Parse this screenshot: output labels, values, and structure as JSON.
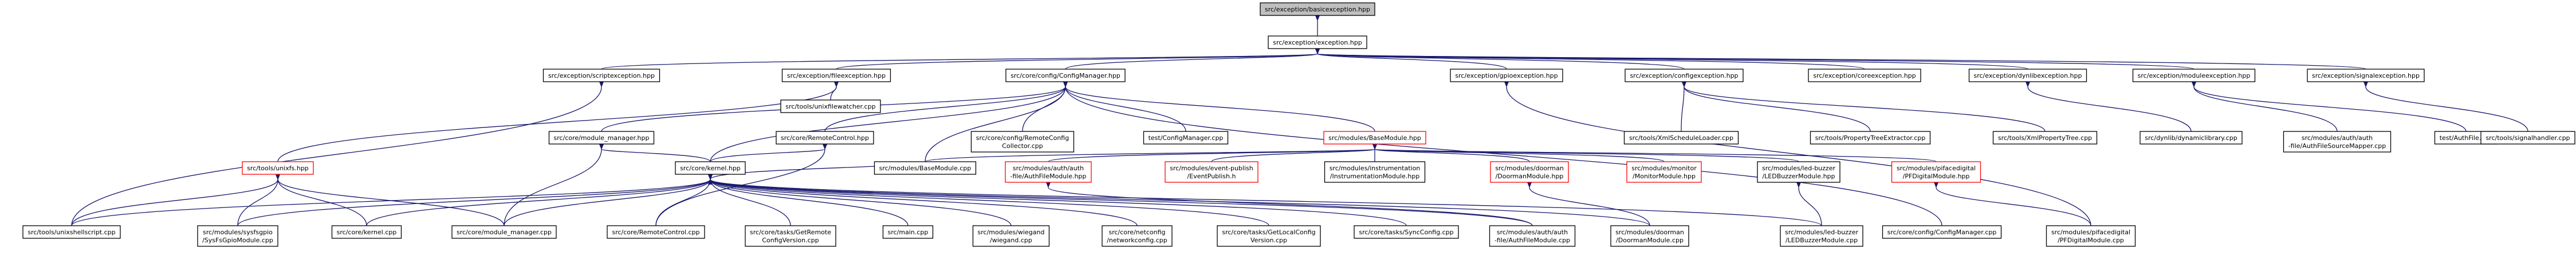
{
  "colors": {
    "edge": "#191970",
    "node_border_normal": "#000000",
    "node_border_incomplete": "#ff0000",
    "node_fill": "#ffffff",
    "root_fill": "#bfbfbf"
  },
  "root": "basicexception",
  "nodes": {
    "basicexception": {
      "lines": [
        "src/exception/basicexception.hpp"
      ],
      "kind": "root"
    },
    "exception": {
      "lines": [
        "src/exception/exception.hpp"
      ],
      "kind": "normal"
    },
    "scriptexception": {
      "lines": [
        "src/exception/scriptexception.hpp"
      ],
      "kind": "normal"
    },
    "fileexception": {
      "lines": [
        "src/exception/fileexception.hpp"
      ],
      "kind": "normal"
    },
    "configmanager_hpp": {
      "lines": [
        "src/core/config/ConfigManager.hpp"
      ],
      "kind": "normal"
    },
    "gpioexception": {
      "lines": [
        "src/exception/gpioexception.hpp"
      ],
      "kind": "normal"
    },
    "configexception": {
      "lines": [
        "src/exception/configexception.hpp"
      ],
      "kind": "normal"
    },
    "coreexception": {
      "lines": [
        "src/exception/coreexception.hpp"
      ],
      "kind": "normal"
    },
    "dynlibexception": {
      "lines": [
        "src/exception/dynlibexception.hpp"
      ],
      "kind": "normal"
    },
    "moduleexception": {
      "lines": [
        "src/exception/moduleexception.hpp"
      ],
      "kind": "normal"
    },
    "signalexception": {
      "lines": [
        "src/exception/signalexception.hpp"
      ],
      "kind": "normal"
    },
    "unixfilewatcher": {
      "lines": [
        "src/tools/unixfilewatcher.cpp"
      ],
      "kind": "normal"
    },
    "module_manager_hpp": {
      "lines": [
        "src/core/module_manager.hpp"
      ],
      "kind": "normal"
    },
    "remotecontrol_hpp": {
      "lines": [
        "src/core/RemoteControl.hpp"
      ],
      "kind": "normal"
    },
    "remoteconfigcollector": {
      "lines": [
        "src/core/config/RemoteConfig",
        "Collector.cpp"
      ],
      "kind": "normal"
    },
    "test_configmanager": {
      "lines": [
        "test/ConfigManager.cpp"
      ],
      "kind": "normal"
    },
    "basemodule_hpp": {
      "lines": [
        "src/modules/BaseModule.hpp"
      ],
      "kind": "incomplete"
    },
    "xmlschedule": {
      "lines": [
        "src/tools/XmlScheduleLoader.cpp"
      ],
      "kind": "normal"
    },
    "propertytree_ex": {
      "lines": [
        "src/tools/PropertyTreeExtractor.cpp"
      ],
      "kind": "normal"
    },
    "xmlpropertytree": {
      "lines": [
        "src/tools/XmlPropertyTree.cpp"
      ],
      "kind": "normal"
    },
    "dynlibdynamiclibrary": {
      "lines": [
        "src/dynlib/dynamiclibrary.cpp"
      ],
      "kind": "normal"
    },
    "authfilesourcemapper": {
      "lines": [
        "src/modules/auth/auth",
        "-file/AuthFileSourceMapper.cpp"
      ],
      "kind": "normal"
    },
    "test_authfile": {
      "lines": [
        "test/AuthFile.cpp"
      ],
      "kind": "normal"
    },
    "signalhandler": {
      "lines": [
        "src/tools/signalhandler.cpp"
      ],
      "kind": "normal"
    },
    "unixfs_hpp": {
      "lines": [
        "src/tools/unixfs.hpp"
      ],
      "kind": "incomplete"
    },
    "kernel_hpp": {
      "lines": [
        "src/core/kernel.hpp"
      ],
      "kind": "normal"
    },
    "basemodule_cpp": {
      "lines": [
        "src/modules/BaseModule.cpp"
      ],
      "kind": "normal"
    },
    "authfilemodule_hpp": {
      "lines": [
        "src/modules/auth/auth",
        "-file/AuthFileModule.hpp"
      ],
      "kind": "incomplete"
    },
    "eventpublish_h": {
      "lines": [
        "src/modules/event-publish",
        "/EventPublish.h"
      ],
      "kind": "incomplete"
    },
    "instrumentation_hpp": {
      "lines": [
        "src/modules/instrumentation",
        "/InstrumentationModule.hpp"
      ],
      "kind": "normal"
    },
    "doorman_hpp": {
      "lines": [
        "src/modules/doorman",
        "/DoormanModule.hpp"
      ],
      "kind": "incomplete"
    },
    "monitor_hpp": {
      "lines": [
        "src/modules/monitor",
        "/MonitorModule.hpp"
      ],
      "kind": "incomplete"
    },
    "ledbuzzer_hpp": {
      "lines": [
        "src/modules/led-buzzer",
        "/LEDBuzzerModule.hpp"
      ],
      "kind": "normal"
    },
    "piface_hpp": {
      "lines": [
        "src/modules/pifacedigital",
        "/PFDigitalModule.hpp"
      ],
      "kind": "incomplete"
    },
    "unixshellscript": {
      "lines": [
        "src/tools/unixshellscript.cpp"
      ],
      "kind": "normal"
    },
    "sysfsgpio": {
      "lines": [
        "src/modules/sysfsgpio",
        "/SysFsGpioModule.cpp"
      ],
      "kind": "normal"
    },
    "kernel_cpp": {
      "lines": [
        "src/core/kernel.cpp"
      ],
      "kind": "normal"
    },
    "module_manager_cpp": {
      "lines": [
        "src/core/module_manager.cpp"
      ],
      "kind": "normal"
    },
    "remotecontrol_cpp": {
      "lines": [
        "src/core/RemoteControl.cpp"
      ],
      "kind": "normal"
    },
    "getremoteconfig": {
      "lines": [
        "src/core/tasks/GetRemote",
        "ConfigVersion.cpp"
      ],
      "kind": "normal"
    },
    "main_cpp": {
      "lines": [
        "src/main.cpp"
      ],
      "kind": "normal"
    },
    "wiegand_cpp": {
      "lines": [
        "src/modules/wiegand",
        "/wiegand.cpp"
      ],
      "kind": "normal"
    },
    "networkconfig": {
      "lines": [
        "src/core/netconfig",
        "/networkconfig.cpp"
      ],
      "kind": "normal"
    },
    "getlocalconfig": {
      "lines": [
        "src/core/tasks/GetLocalConfig",
        "Version.cpp"
      ],
      "kind": "normal"
    },
    "syncconfig": {
      "lines": [
        "src/core/tasks/SyncConfig.cpp"
      ],
      "kind": "normal"
    },
    "authfilemodule_cpp": {
      "lines": [
        "src/modules/auth/auth",
        "-file/AuthFileModule.cpp"
      ],
      "kind": "normal"
    },
    "doorman_cpp": {
      "lines": [
        "src/modules/doorman",
        "/DoormanModule.cpp"
      ],
      "kind": "normal"
    },
    "ledbuzzer_cpp": {
      "lines": [
        "src/modules/led-buzzer",
        "/LEDBuzzerModule.cpp"
      ],
      "kind": "normal"
    },
    "configmanager_cpp": {
      "lines": [
        "src/core/config/ConfigManager.cpp"
      ],
      "kind": "normal"
    },
    "piface_cpp": {
      "lines": [
        "src/modules/pifacedigital",
        "/PFDigitalModule.cpp"
      ],
      "kind": "normal"
    }
  },
  "edges": [
    [
      "basicexception",
      "exception"
    ],
    [
      "exception",
      "scriptexception"
    ],
    [
      "exception",
      "fileexception"
    ],
    [
      "exception",
      "configmanager_hpp"
    ],
    [
      "exception",
      "gpioexception"
    ],
    [
      "exception",
      "configexception"
    ],
    [
      "exception",
      "coreexception"
    ],
    [
      "exception",
      "dynlibexception"
    ],
    [
      "exception",
      "moduleexception"
    ],
    [
      "exception",
      "signalexception"
    ],
    [
      "scriptexception",
      "unixshellscript"
    ],
    [
      "fileexception",
      "unixfilewatcher"
    ],
    [
      "fileexception",
      "unixfs_hpp"
    ],
    [
      "configmanager_hpp",
      "module_manager_hpp"
    ],
    [
      "configmanager_hpp",
      "remotecontrol_hpp"
    ],
    [
      "configmanager_hpp",
      "kernel_hpp"
    ],
    [
      "configmanager_hpp",
      "remoteconfigcollector"
    ],
    [
      "configmanager_hpp",
      "test_configmanager"
    ],
    [
      "configmanager_hpp",
      "basemodule_hpp"
    ],
    [
      "configmanager_hpp",
      "basemodule_cpp"
    ],
    [
      "configmanager_hpp",
      "configmanager_cpp"
    ],
    [
      "gpioexception",
      "piface_cpp"
    ],
    [
      "configexception",
      "xmlschedule"
    ],
    [
      "configexception",
      "propertytree_ex"
    ],
    [
      "configexception",
      "xmlpropertytree"
    ],
    [
      "dynlibexception",
      "dynlibdynamiclibrary"
    ],
    [
      "moduleexception",
      "authfilesourcemapper"
    ],
    [
      "moduleexception",
      "test_authfile"
    ],
    [
      "signalexception",
      "signalhandler"
    ],
    [
      "unixfs_hpp",
      "unixshellscript"
    ],
    [
      "unixfs_hpp",
      "sysfsgpio"
    ],
    [
      "unixfs_hpp",
      "kernel_cpp"
    ],
    [
      "unixfs_hpp",
      "module_manager_cpp"
    ],
    [
      "module_manager_hpp",
      "kernel_hpp"
    ],
    [
      "module_manager_hpp",
      "module_manager_cpp"
    ],
    [
      "remotecontrol_hpp",
      "kernel_hpp"
    ],
    [
      "remotecontrol_hpp",
      "remotecontrol_cpp"
    ],
    [
      "kernel_hpp",
      "unixshellscript"
    ],
    [
      "kernel_hpp",
      "sysfsgpio"
    ],
    [
      "kernel_hpp",
      "kernel_cpp"
    ],
    [
      "kernel_hpp",
      "module_manager_cpp"
    ],
    [
      "kernel_hpp",
      "remotecontrol_cpp"
    ],
    [
      "kernel_hpp",
      "getremoteconfig"
    ],
    [
      "kernel_hpp",
      "main_cpp"
    ],
    [
      "kernel_hpp",
      "wiegand_cpp"
    ],
    [
      "kernel_hpp",
      "networkconfig"
    ],
    [
      "kernel_hpp",
      "getlocalconfig"
    ],
    [
      "kernel_hpp",
      "syncconfig"
    ],
    [
      "kernel_hpp",
      "authfilemodule_cpp"
    ],
    [
      "kernel_hpp",
      "doorman_cpp"
    ],
    [
      "kernel_hpp",
      "ledbuzzer_cpp"
    ],
    [
      "kernel_hpp",
      "basemodule_cpp"
    ],
    [
      "basemodule_hpp",
      "basemodule_cpp"
    ],
    [
      "basemodule_hpp",
      "authfilemodule_hpp"
    ],
    [
      "basemodule_hpp",
      "eventpublish_h"
    ],
    [
      "basemodule_hpp",
      "instrumentation_hpp"
    ],
    [
      "basemodule_hpp",
      "doorman_hpp"
    ],
    [
      "basemodule_hpp",
      "monitor_hpp"
    ],
    [
      "basemodule_hpp",
      "ledbuzzer_hpp"
    ],
    [
      "basemodule_hpp",
      "piface_hpp"
    ],
    [
      "authfilemodule_hpp",
      "authfilemodule_cpp"
    ],
    [
      "doorman_hpp",
      "doorman_cpp"
    ],
    [
      "ledbuzzer_hpp",
      "ledbuzzer_cpp"
    ],
    [
      "piface_hpp",
      "piface_cpp"
    ]
  ]
}
